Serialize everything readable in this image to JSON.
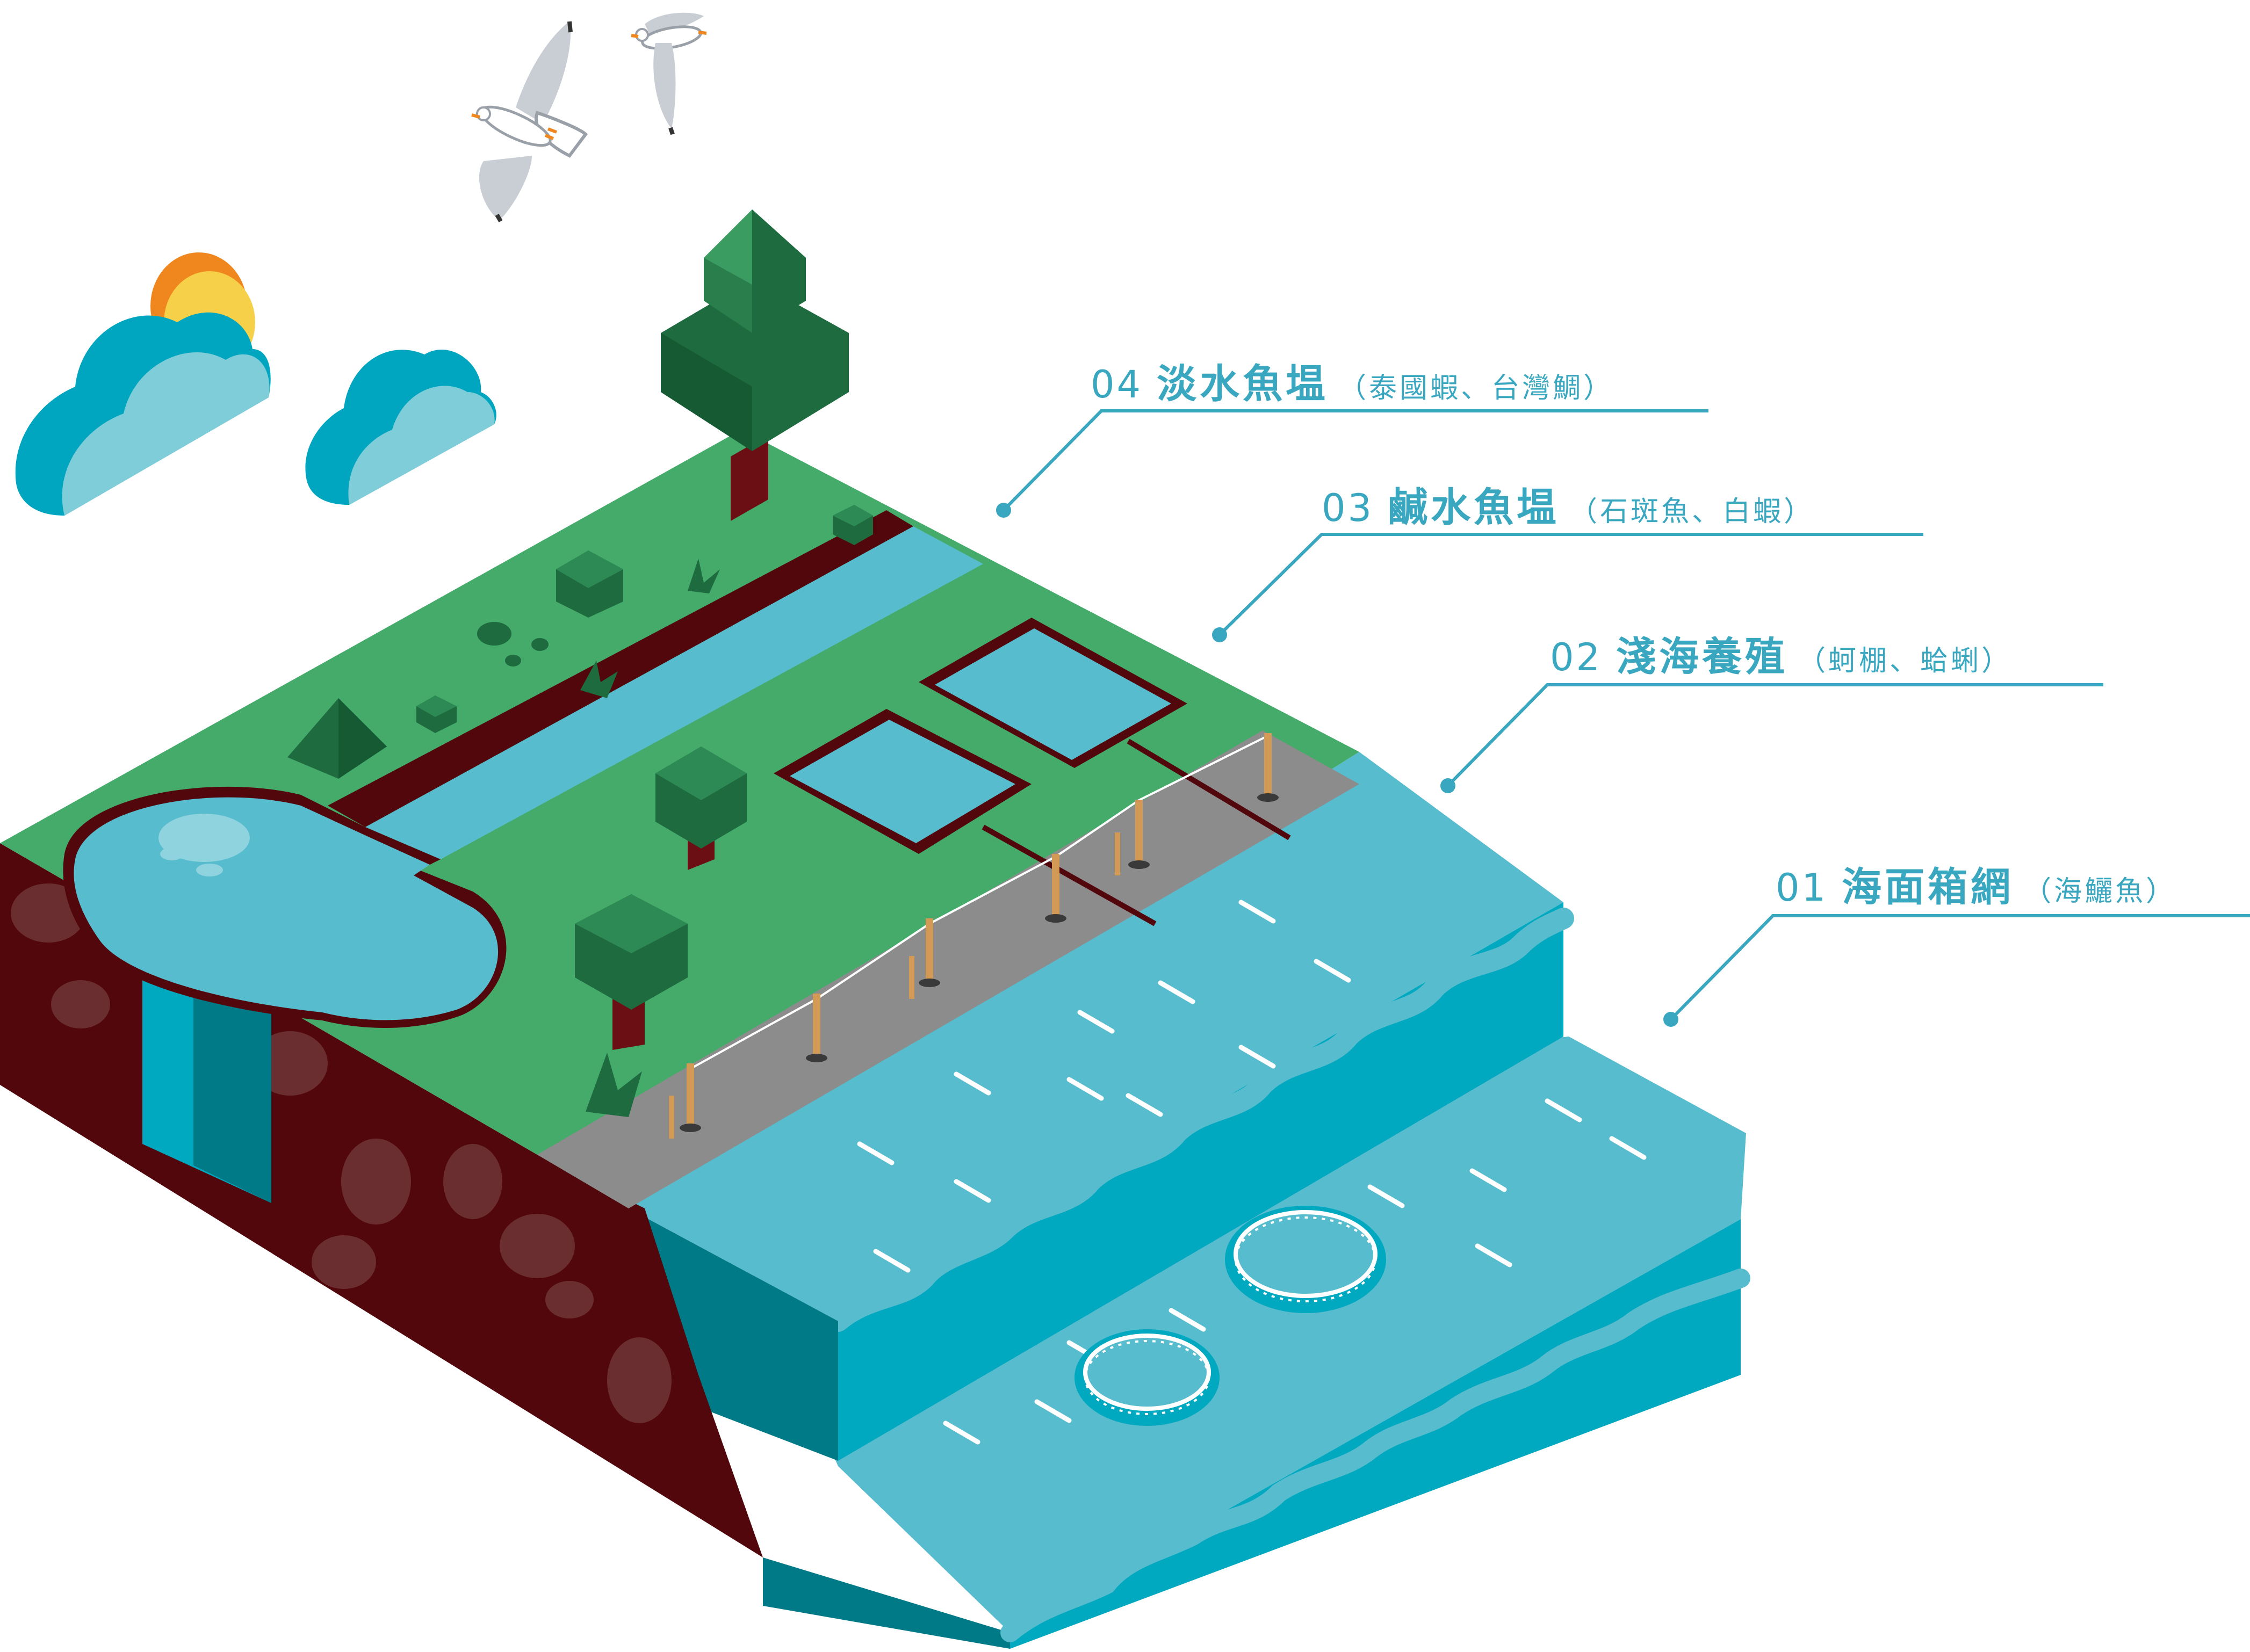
{
  "labels": [
    {
      "num": "04",
      "main": "淡水魚塭",
      "sub": "（泰國蝦、台灣鯛）"
    },
    {
      "num": "03",
      "main": "鹹水魚塭",
      "sub": "（石斑魚、白蝦）"
    },
    {
      "num": "02",
      "main": "淺海養殖",
      "sub": "（蚵棚、蛤蜊）"
    },
    {
      "num": "01",
      "main": "海面箱網",
      "sub": "（海鱺魚）"
    }
  ],
  "colors": {
    "label": "#3aa7c0",
    "grass": "#44ab6a",
    "tree_dark": "#1e6b3f",
    "soil": "#52070c",
    "soil_spot": "#6b2e30",
    "water_light": "#57bccd",
    "water_mid": "#00a8c0",
    "water_dark": "#007a86",
    "path": "#8c8c8c",
    "sun": "#f7d04a",
    "sun_edge": "#f0871e",
    "cloud_back": "#00a6c0",
    "cloud_front": "#7fcdd8"
  }
}
